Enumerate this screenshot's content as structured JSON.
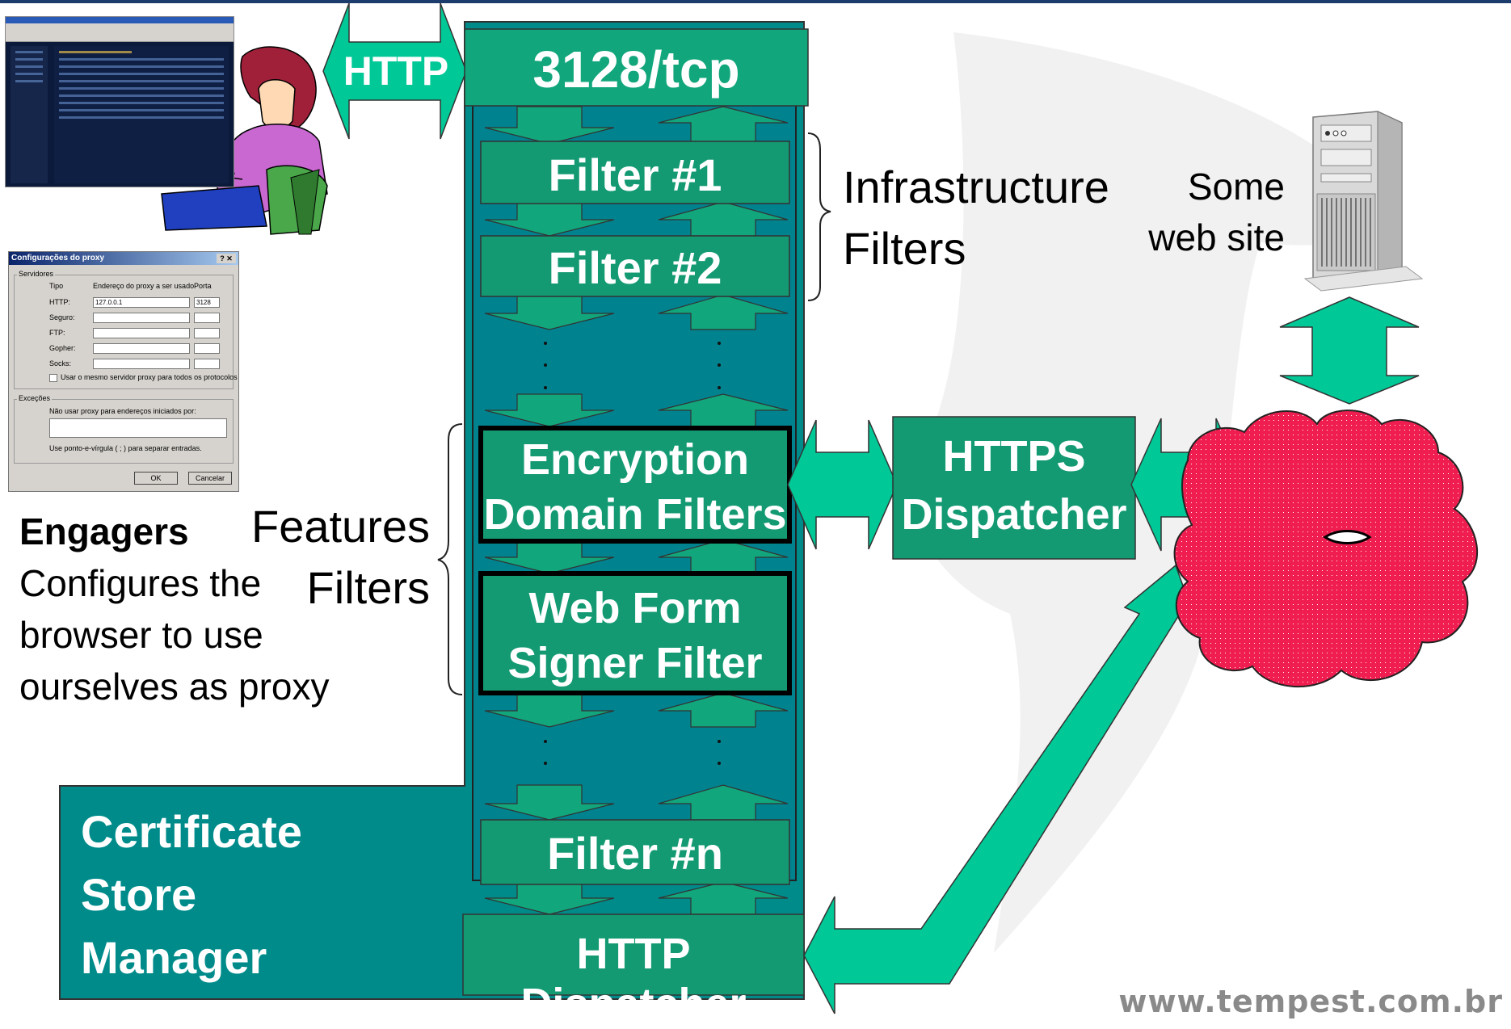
{
  "protocol_label": "HTTP",
  "port_label": "3128/tcp",
  "filters": {
    "filter1": "Filter #1",
    "filter2": "Filter #2",
    "encryption_line1": "Encryption",
    "encryption_line2": "Domain Filters",
    "webform_line1": "Web Form",
    "webform_line2": "Signer Filter",
    "filtern": "Filter #n"
  },
  "http_dispatcher": "HTTP Dispatcher",
  "https_dispatcher_line1": "HTTPS",
  "https_dispatcher_line2": "Dispatcher",
  "infrastructure_line1": "Infrastructure",
  "infrastructure_line2": "Filters",
  "features_line1": "Features",
  "features_line2": "Filters",
  "website_line1": "Some",
  "website_line2": "web site",
  "engagers_title": "Engagers",
  "engagers_line1": "Configures the",
  "engagers_line2": "browser to use",
  "engagers_line3": "ourselves as proxy",
  "cert_line1": "Certificate",
  "cert_line2": "Store",
  "cert_line3": "Manager",
  "watermark": "www.tempest.com.br",
  "proxy_dialog": {
    "title": "Configurações do proxy",
    "group_servers": "Servidores",
    "col_type": "Tipo",
    "col_address": "Endereço do proxy a ser usado",
    "col_port": "Porta",
    "rows": [
      {
        "label": "HTTP:",
        "address": "127.0.0.1",
        "port": "3128"
      },
      {
        "label": "Seguro:",
        "address": "",
        "port": ""
      },
      {
        "label": "FTP:",
        "address": "",
        "port": ""
      },
      {
        "label": "Gopher:",
        "address": "",
        "port": ""
      },
      {
        "label": "Socks:",
        "address": "",
        "port": ""
      }
    ],
    "same_server": "Usar o mesmo servidor proxy para todos os protocolos",
    "group_exceptions": "Exceções",
    "no_proxy": "Não usar proxy para endereços iniciados por:",
    "hint": "Use ponto-e-vírgula ( ; ) para separar entradas.",
    "ok": "OK",
    "cancel": "Cancelar"
  },
  "colors": {
    "teal_dark": "#008b8b",
    "teal_box": "#149a73",
    "arrow_green": "#00c896",
    "cloud_red": "#f01e50"
  }
}
